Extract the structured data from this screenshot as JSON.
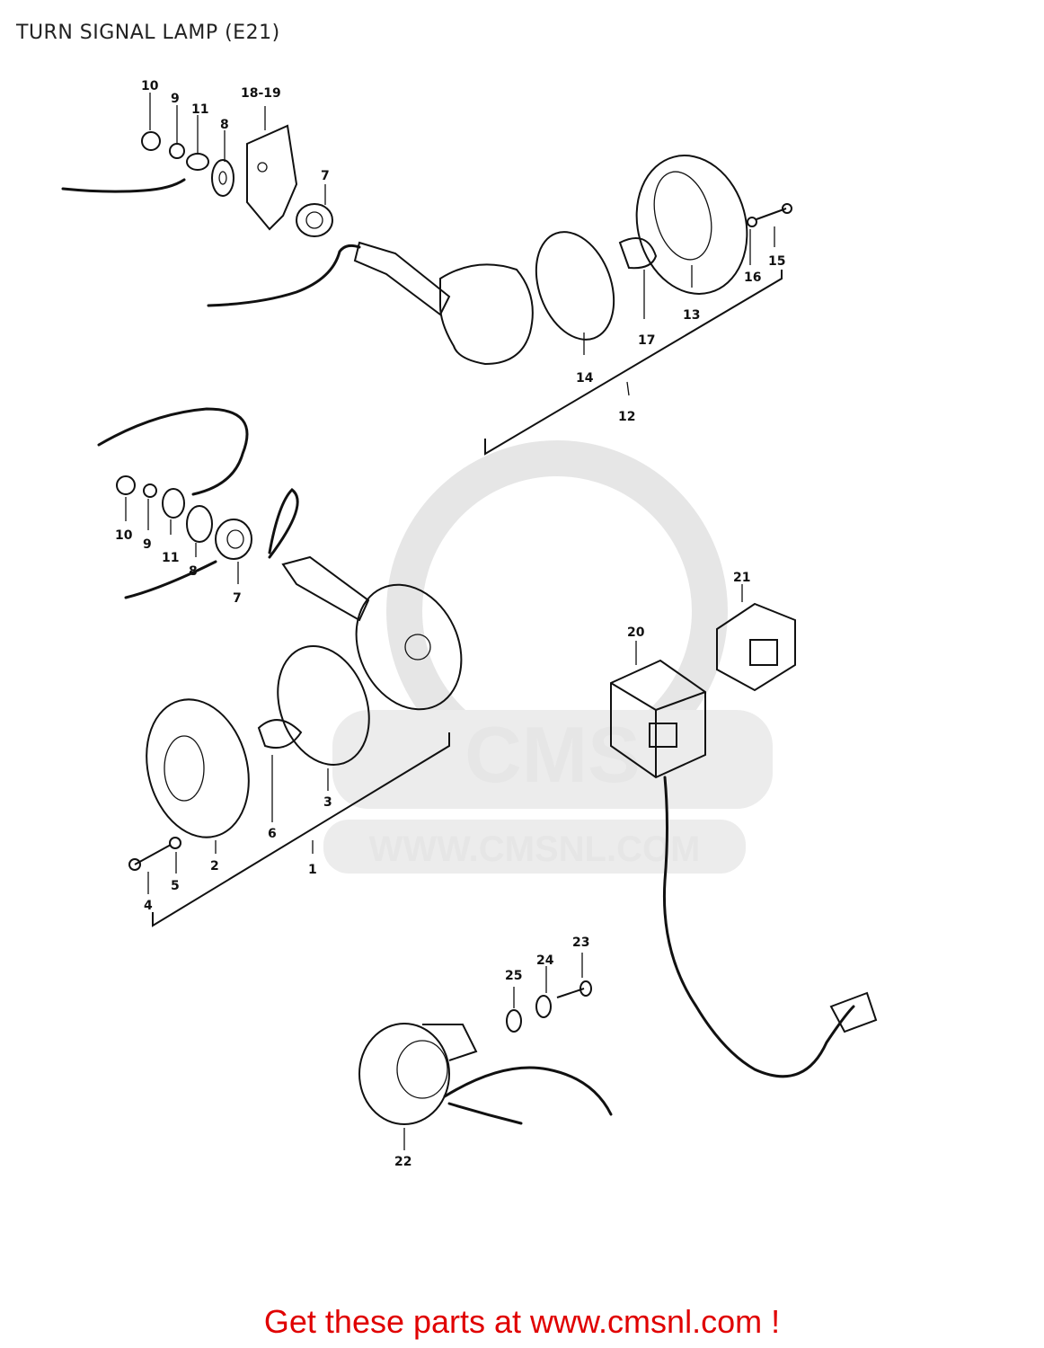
{
  "title": "TURN SIGNAL LAMP (E21)",
  "footer": "Get these parts at www.cmsnl.com !",
  "watermark": {
    "logo": "CMS",
    "url": "WWW.CMSNL.COM"
  },
  "colors": {
    "footer": "#e00000",
    "watermark": "#e6e6e6",
    "line": "#111111"
  },
  "part_labels": [
    "10",
    "9",
    "11",
    "8",
    "18-19",
    "7",
    "15",
    "16",
    "13",
    "17",
    "14",
    "12",
    "10",
    "9",
    "11",
    "8",
    "7",
    "21",
    "20",
    "3",
    "6",
    "2",
    "5",
    "4",
    "1",
    "23",
    "24",
    "25",
    "22"
  ]
}
